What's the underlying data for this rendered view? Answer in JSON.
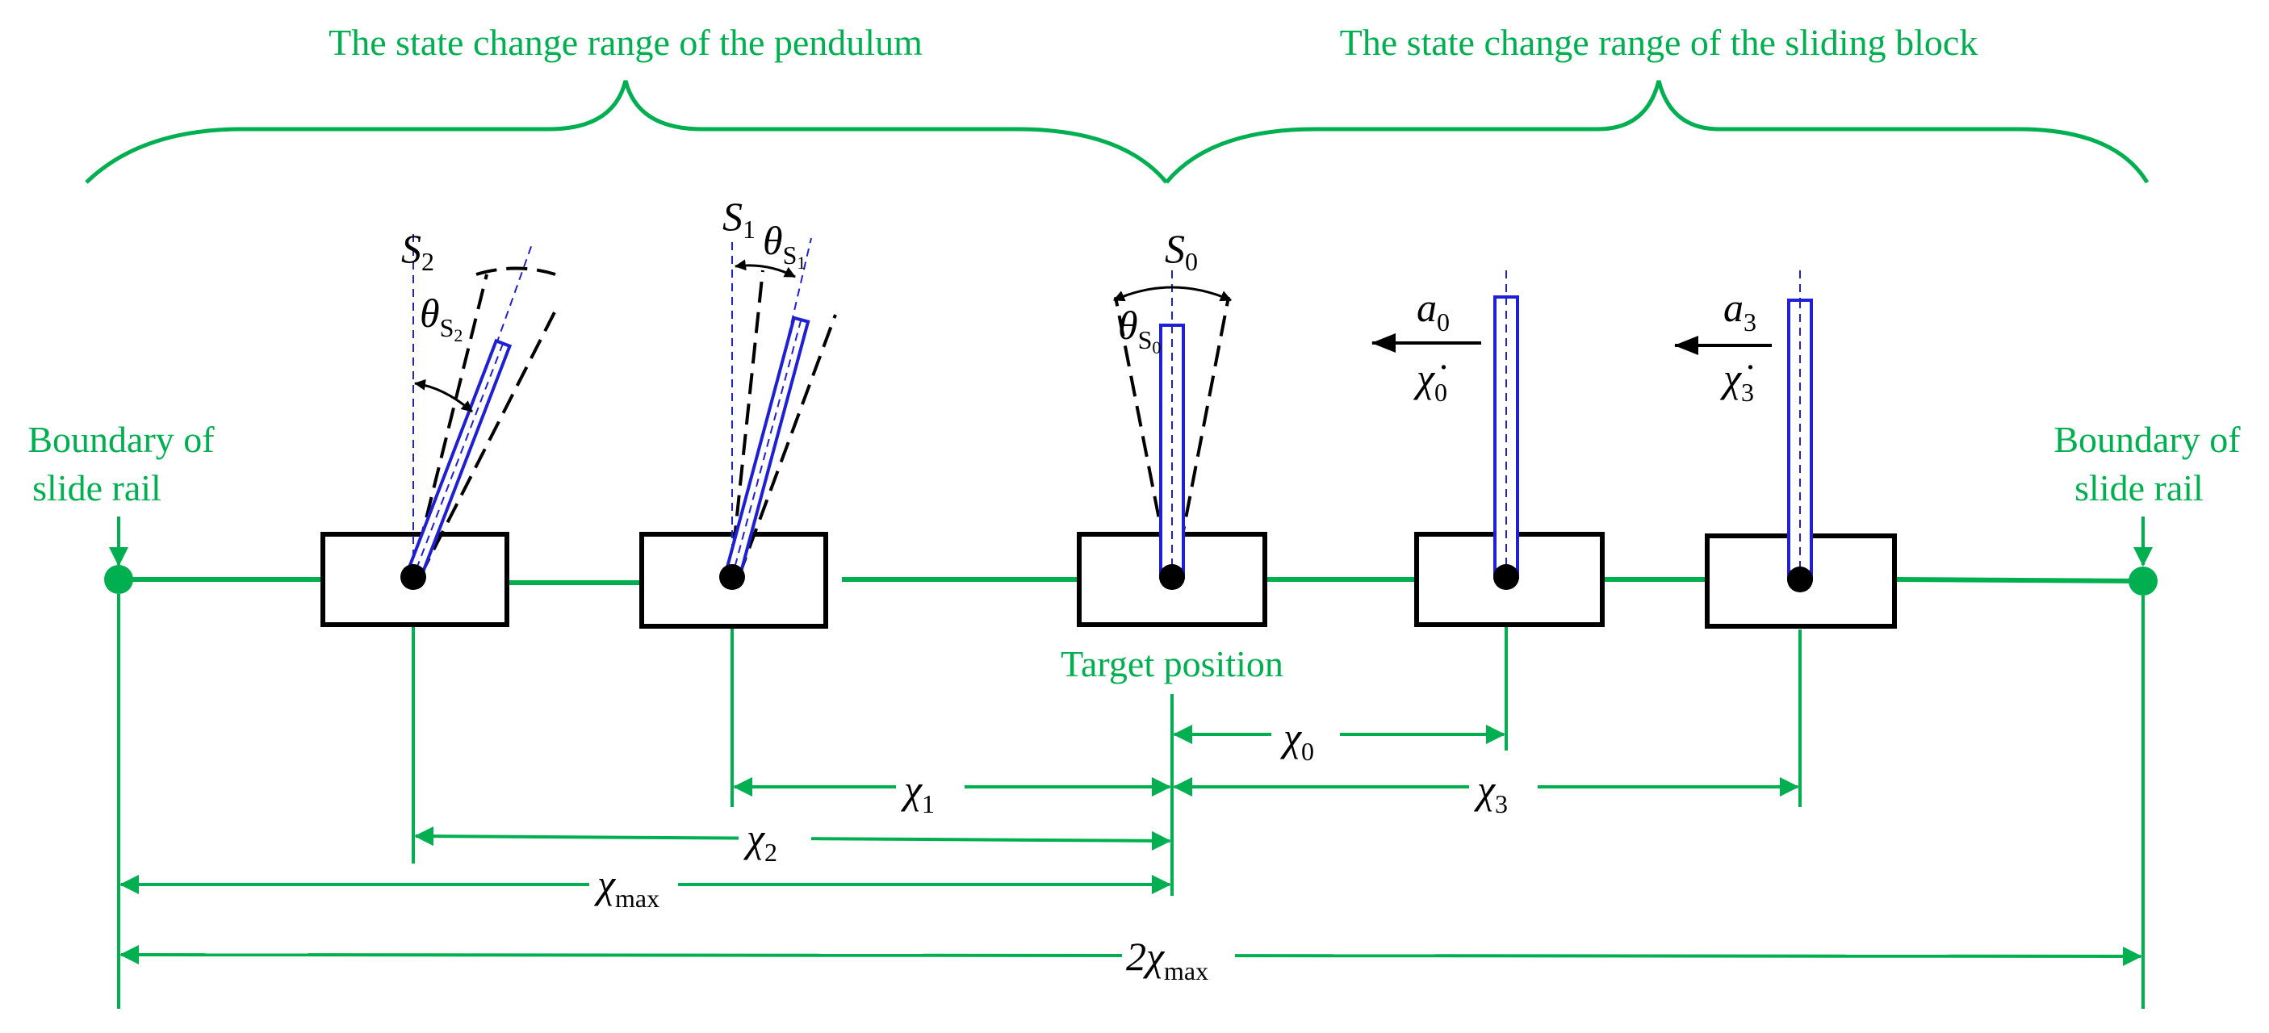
{
  "labels": {
    "range_pendulum": "The state change range of the pendulum",
    "range_block": "The state change range of the sliding block",
    "boundary_left_line1": "Boundary of",
    "boundary_left_line2": "slide rail",
    "boundary_right_line1": "Boundary of",
    "boundary_right_line2": "slide rail",
    "target_position": "Target position"
  },
  "symbols": {
    "S2": {
      "main": "S",
      "sub": "2"
    },
    "S1": {
      "main": "S",
      "sub": "1"
    },
    "S0": {
      "main": "S",
      "sub": "0"
    },
    "theta_S2": {
      "main": "θ",
      "sub": "S",
      "subsub": "2"
    },
    "theta_S1": {
      "main": "θ",
      "sub": "S",
      "subsub": "1"
    },
    "theta_S0": {
      "main": "θ",
      "sub": "S",
      "subsub": "0"
    },
    "a0": {
      "main": "a",
      "sub": "0"
    },
    "chidot0": {
      "main": "χ̇",
      "sub": "0"
    },
    "a3": {
      "main": "a",
      "sub": "3"
    },
    "chidot3": {
      "main": "χ̇",
      "sub": "3"
    },
    "chi0": {
      "main": "χ",
      "sub": "0"
    },
    "chi1": {
      "main": "χ",
      "sub": "1"
    },
    "chi2": {
      "main": "χ",
      "sub": "2"
    },
    "chi3": {
      "main": "χ",
      "sub": "3"
    },
    "chimax": {
      "main": "χ",
      "sub": "max"
    },
    "two_chimax": {
      "prefix": "2",
      "main": "χ",
      "sub": "max"
    }
  },
  "colors": {
    "green": "#00b050",
    "blue": "#1f1fd6",
    "black": "#000000"
  }
}
